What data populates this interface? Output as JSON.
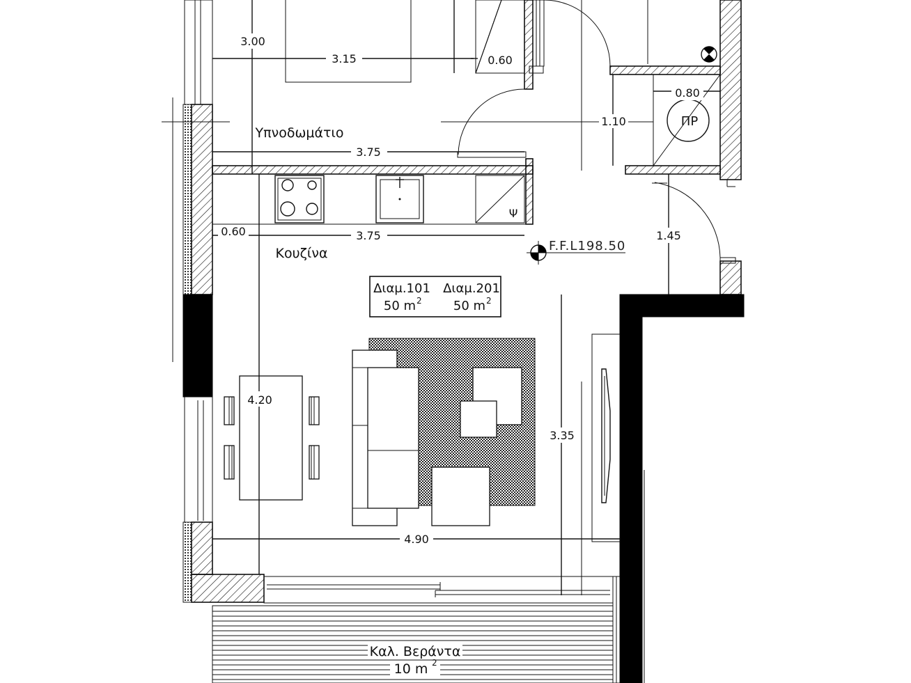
{
  "rooms": {
    "bedroom": "Υπνοδωμάτιο",
    "kitchen": "Κουζίνα",
    "veranda": "Καλ. Βεράντα",
    "veranda_area": "10  m",
    "veranda_area_sup": "2"
  },
  "units_box": {
    "unit_a": "Διαμ.101",
    "unit_a_area": "50 m",
    "unit_a_area_sup": "2",
    "unit_b": "Διαμ.201",
    "unit_b_area": "50 m",
    "unit_b_area_sup": "2"
  },
  "level_mark": "F.F.L198.50",
  "labels": {
    "closet": "ΠΡ",
    "kitchen_symbol": "Ψ"
  },
  "dimensions": {
    "bed_depth": "3.00",
    "bed_width": "3.15",
    "wardrobe": "0.60",
    "closet_width": "0.80",
    "hall_depth": "1.10",
    "bedroom_width": "3.75",
    "counter_depth": "0.60",
    "kitchen_width": "3.75",
    "entry": "1.45",
    "dining_depth": "4.20",
    "living_depth": "3.35",
    "living_width": "4.90"
  },
  "colors": {
    "ink": "#111111",
    "paper": "#ffffff",
    "rug": "#3a3a3a"
  }
}
